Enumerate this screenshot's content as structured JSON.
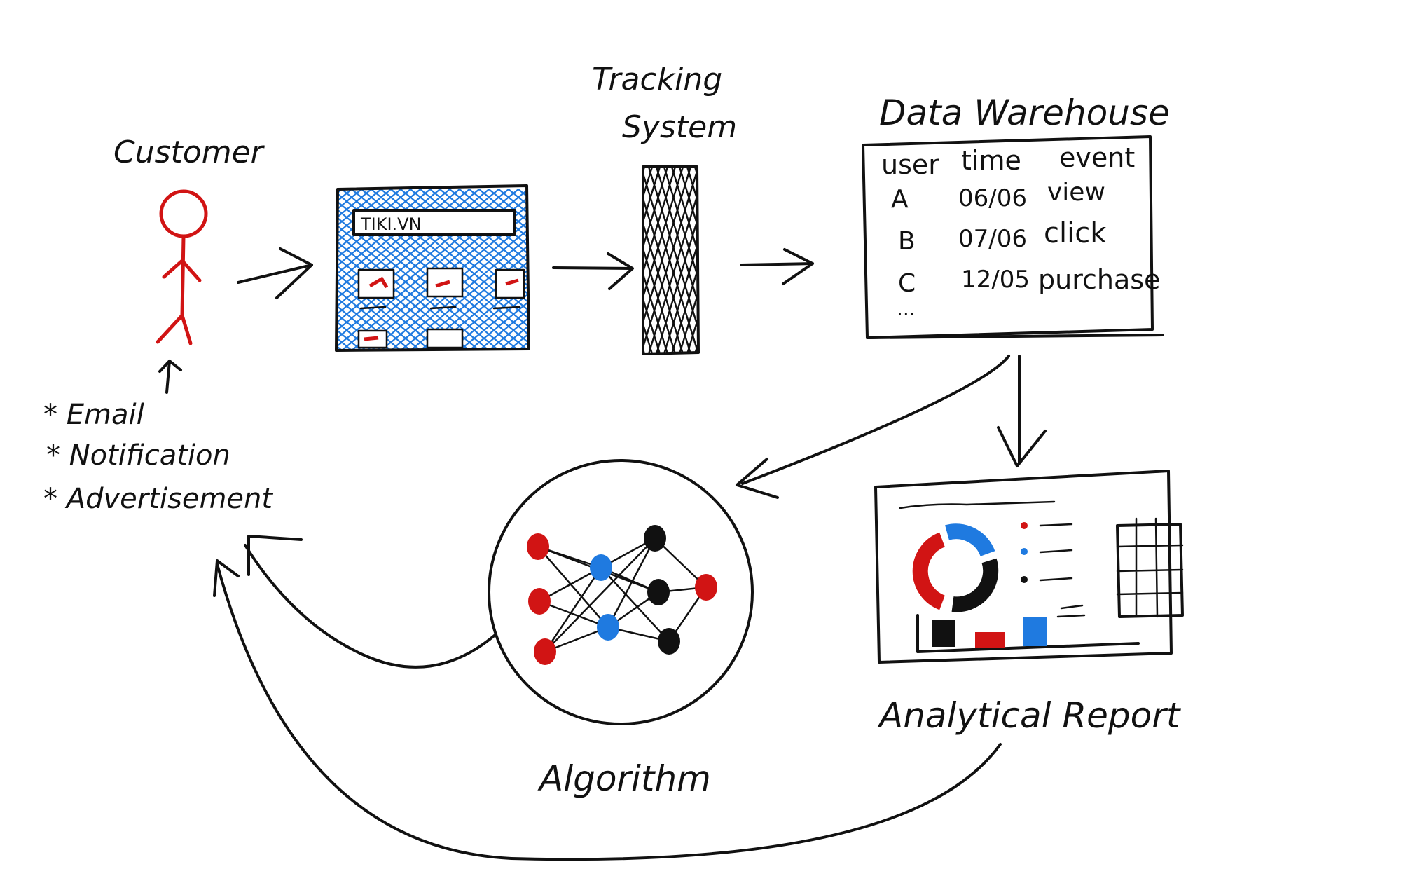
{
  "labels": {
    "customer": "Customer",
    "tracking_line1": "Tracking",
    "tracking_line2": "System",
    "warehouse": "Data Warehouse",
    "algorithm": "Algorithm",
    "report": "Analytical Report",
    "website_url": "TIKI.VN"
  },
  "channels": [
    "* Email",
    "* Notification",
    "* Advertisement"
  ],
  "warehouse_table": {
    "headers": [
      "user",
      "time",
      "event"
    ],
    "rows": [
      [
        "A",
        "06/06",
        "view"
      ],
      [
        "B",
        "07/06",
        "click"
      ],
      [
        "C",
        "12/05",
        "purchase"
      ]
    ],
    "ellipsis": "..."
  },
  "colors": {
    "ink": "#111111",
    "red": "#d11414",
    "blue": "#1f7ae0"
  }
}
